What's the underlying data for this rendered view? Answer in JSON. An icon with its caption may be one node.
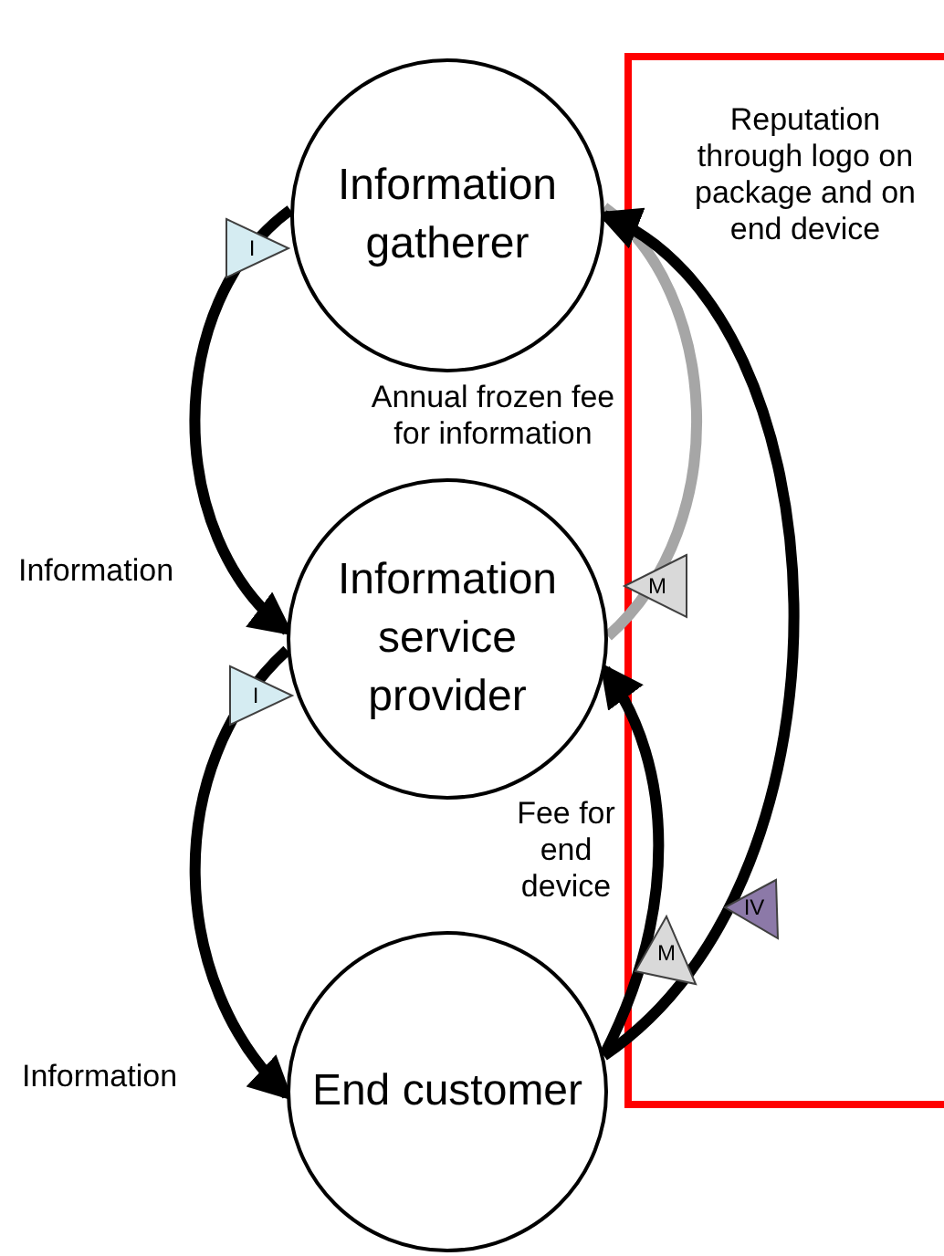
{
  "diagram": {
    "nodes": [
      {
        "text": [
          "Information gatherer"
        ]
      },
      {
        "text": [
          "Information service provider"
        ]
      },
      {
        "text": [
          "End customer"
        ]
      }
    ],
    "edges": [
      {
        "from": 0,
        "to": 1,
        "arrow": "to",
        "label": "Information"
      },
      {
        "from": 1,
        "to": 2,
        "arrow": "to",
        "label": "Information"
      },
      {
        "from": 1,
        "to": 0,
        "arrow": "none",
        "label": "Annual frozen fee for information",
        "color": "#a6a6a6"
      },
      {
        "from": 2,
        "to": 1,
        "arrow": "to",
        "label": "Fee for end device"
      },
      {
        "from": 2,
        "to": 0,
        "arrow": "to",
        "label": "Reputation through logo on package and on end device"
      }
    ],
    "labels": [
      "I",
      "M",
      "I",
      "IV",
      "M"
    ]
  }
}
